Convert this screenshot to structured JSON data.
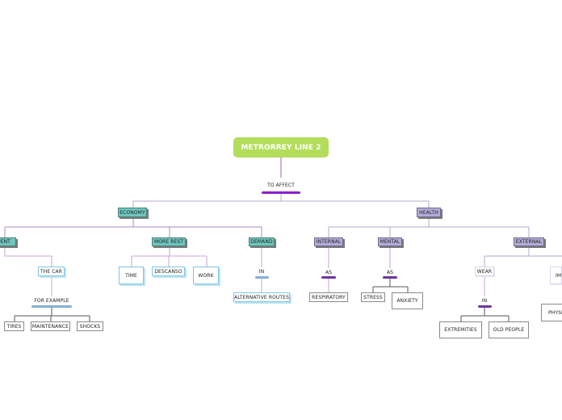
{
  "colors": {
    "root": "#b3dd5a",
    "economy_branch": "#6fc6be",
    "health_branch": "#b3acd6",
    "connector_purple": "#9b5fc0",
    "connector_blue": "#7cc7e8",
    "underline_purple": "#6f35a5",
    "underline_blue": "#86aed4"
  },
  "mindmap": {
    "root": "METRORREY LINE 2",
    "to_affect": "TO AFFECT",
    "economy": {
      "label": "ECONOMY",
      "spent": "SPENT",
      "the_car": "THE CAR",
      "for_example": "FOR EXAMPLE",
      "tires": "TIRES",
      "maintenance": "MAINTENANCE",
      "shocks": "SHOCKS",
      "more_rest": "MORE REST",
      "time": "TIME",
      "descanso": "DESCANSO",
      "work": "WORK",
      "demand": "DEMAND",
      "in": "IN",
      "alternative_routes": "ALTERNATIVE ROUTES"
    },
    "health": {
      "label": "HEALTH",
      "internal": "INTERNAL",
      "as_internal": "AS",
      "respiratory": "RESPIRATORY",
      "mental": "MENTAL",
      "as_mental": "AS",
      "stress": "STRESS",
      "anxiety": "ANXIETY",
      "external": "EXTERNAL",
      "wear": "WEAR",
      "in": "IN",
      "extremities": "EXTREMITIES",
      "old_people": "OLD PEOPLE",
      "im_partial": "IM",
      "physi_partial": "PHYSI"
    }
  }
}
